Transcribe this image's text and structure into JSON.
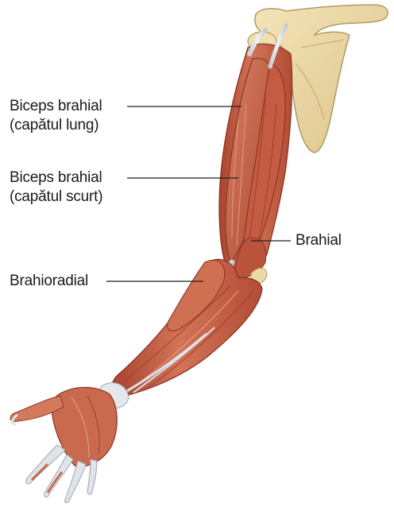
{
  "labels": {
    "biceps_long": {
      "line1": "Biceps brahial",
      "line2": "(capătul lung)"
    },
    "biceps_short": {
      "line1": "Biceps brahial",
      "line2": "(capătul scurt)"
    },
    "brachialis": "Brahial",
    "brachioradialis": "Brahioradial"
  },
  "colors": {
    "muscle": "#c8644a",
    "muscle_dark": "#9e3f2c",
    "muscle_light": "#e08a6c",
    "tendon": "#dfe3ea",
    "bone": "#ecd9a6",
    "bone_outline": "#b49a62",
    "leader_line": "#222222"
  }
}
